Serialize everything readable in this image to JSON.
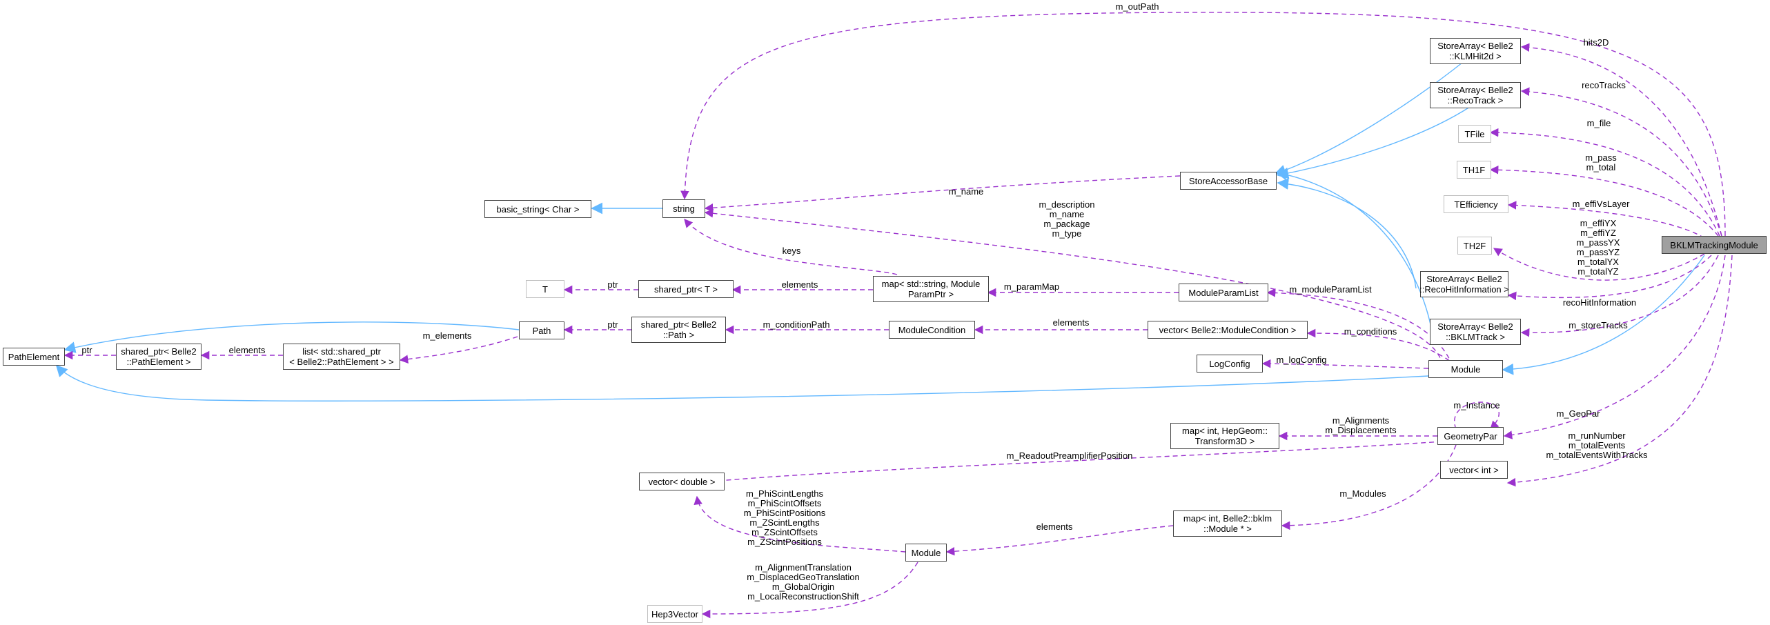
{
  "nodes": {
    "BKLMTrackingModule": [
      "BKLMTrackingModule"
    ],
    "PathElement": [
      "PathElement"
    ],
    "basic_string": [
      "basic_string< Char >"
    ],
    "string": [
      "string"
    ],
    "T": [
      "T"
    ],
    "shared_ptr_T": [
      "shared_ptr< T >"
    ],
    "shared_ptr_PathElement": [
      "shared_ptr< Belle2",
      "::PathElement >"
    ],
    "list_PathElement": [
      "list< std::shared_ptr",
      "< Belle2::PathElement > >"
    ],
    "Path": [
      "Path"
    ],
    "shared_ptr_Path": [
      "shared_ptr< Belle2",
      "::Path >"
    ],
    "map_ModuleParamPtr": [
      "map< std::string, Module",
      "ParamPtr >"
    ],
    "ModuleCondition": [
      "ModuleCondition"
    ],
    "ModuleParamList": [
      "ModuleParamList"
    ],
    "vector_ModuleCondition": [
      "vector< Belle2::ModuleCondition >"
    ],
    "LogConfig": [
      "LogConfig"
    ],
    "Module": [
      "Module"
    ],
    "StoreAccessorBase": [
      "StoreAccessorBase"
    ],
    "StoreArray_KLMHit2d": [
      "StoreArray< Belle2",
      "::KLMHit2d >"
    ],
    "StoreArray_RecoTrack": [
      "StoreArray< Belle2",
      "::RecoTrack >"
    ],
    "TFile": [
      "TFile"
    ],
    "TH1F": [
      "TH1F"
    ],
    "TEfficiency": [
      "TEfficiency"
    ],
    "TH2F": [
      "TH2F"
    ],
    "StoreArray_RecoHitInformation": [
      "StoreArray< Belle2",
      "::RecoHitInformation >"
    ],
    "StoreArray_BKLMTrack": [
      "StoreArray< Belle2",
      "::BKLMTrack >"
    ],
    "GeometryPar": [
      "GeometryPar"
    ],
    "map_Transform3D": [
      "map< int, HepGeom::",
      "Transform3D >"
    ],
    "vector_int": [
      "vector< int >"
    ],
    "vector_double": [
      "vector< double >"
    ],
    "map_bklmModule": [
      "map< int, Belle2::bklm",
      "::Module * >"
    ],
    "bklm_Module": [
      "Module"
    ],
    "Hep3Vector": [
      "Hep3Vector"
    ]
  },
  "edges": {
    "m_outPath": [
      "m_outPath"
    ],
    "hits2D": [
      "hits2D"
    ],
    "recoTracks": [
      "recoTracks"
    ],
    "m_file": [
      "m_file"
    ],
    "m_pass_total": [
      "m_pass",
      "m_total"
    ],
    "m_effiVsLayer": [
      "m_effiVsLayer"
    ],
    "m_effi2d": [
      "m_effiYX",
      "m_effiYZ",
      "m_passYX",
      "m_passYZ",
      "m_totalYX",
      "m_totalYZ"
    ],
    "recoHitInformation": [
      "recoHitInformation"
    ],
    "m_storeTracks": [
      "m_storeTracks"
    ],
    "m_GeoPar": [
      "m_GeoPar"
    ],
    "m_runNumber": [
      "m_runNumber",
      "m_totalEvents",
      "m_totalEventsWithTracks"
    ],
    "m_name": [
      "m_name"
    ],
    "module_strings": [
      "m_description",
      "m_name",
      "m_package",
      "m_type"
    ],
    "keys": [
      "keys"
    ],
    "ptr_T": [
      "ptr"
    ],
    "elements_map": [
      "elements"
    ],
    "m_paramMap": [
      "m_paramMap"
    ],
    "m_moduleParamList": [
      "m_moduleParamList"
    ],
    "ptr_path": [
      "ptr"
    ],
    "m_conditionPath": [
      "m_conditionPath"
    ],
    "elements_cond": [
      "elements"
    ],
    "m_conditions": [
      "m_conditions"
    ],
    "m_logConfig": [
      "m_logConfig"
    ],
    "m_elements": [
      "m_elements"
    ],
    "elements_list": [
      "elements"
    ],
    "ptr_pe": [
      "ptr"
    ],
    "m_Instance": [
      "m_Instance"
    ],
    "m_Alignments": [
      "m_Alignments",
      "m_Displacements"
    ],
    "m_ReadoutPreamplifierPosition": [
      "m_ReadoutPreamplifierPosition"
    ],
    "m_Modules": [
      "m_Modules"
    ],
    "scint": [
      "m_PhiScintLengths",
      "m_PhiScintOffsets",
      "m_PhiScintPositions",
      "m_ZScintLengths",
      "m_ZScintOffsets",
      "m_ZScintPositions"
    ],
    "elements_mod": [
      "elements"
    ],
    "alignment": [
      "m_AlignmentTranslation",
      "m_DisplacedGeoTranslation",
      "m_GlobalOrigin",
      "m_LocalReconstructionShift"
    ]
  },
  "colors": {
    "inheritance": "#63b8ff",
    "usage": "#9a32cd",
    "focus_fill": "#a0a0a0",
    "node_border": "#444444",
    "faint_border": "#bfbfbf"
  }
}
